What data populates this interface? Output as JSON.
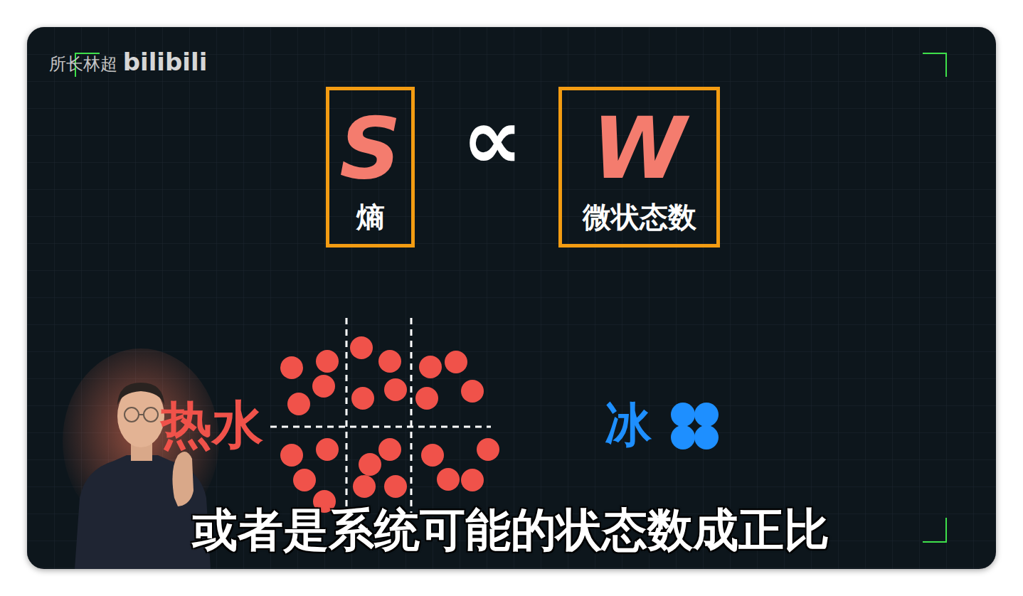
{
  "diagram": {
    "caption": "或者是系统可能的状态数成正比",
    "nodes": [
      {
        "text": [
          "S",
          "熵"
        ]
      },
      {
        "text": [
          "W",
          "微状态数"
        ]
      }
    ],
    "labels": [
      "所长林超",
      "bilibili",
      "∝",
      "热水",
      "冰"
    ]
  }
}
